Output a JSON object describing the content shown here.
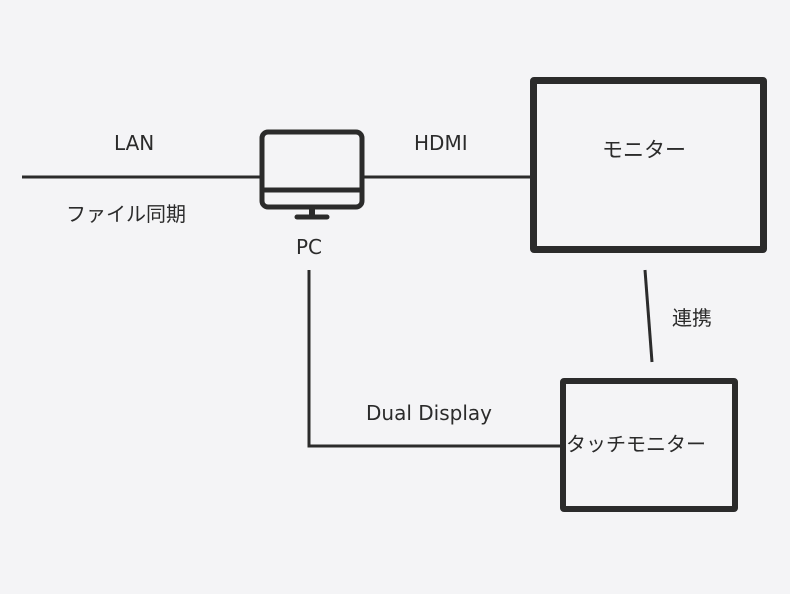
{
  "diagram": {
    "nodes": {
      "pc": {
        "label": "PC",
        "icon": "desktop-computer-icon"
      },
      "monitor": {
        "label": "モニター"
      },
      "touch_monitor": {
        "label": "タッチモニター"
      }
    },
    "edges": {
      "lan": {
        "label": "LAN",
        "sublabel": "ファイル同期"
      },
      "hdmi": {
        "label": "HDMI"
      },
      "dual_display": {
        "label": "Dual Display"
      },
      "link": {
        "label": "連携"
      }
    }
  },
  "colors": {
    "background": "#f4f4f6",
    "stroke": "#2b2b2b"
  }
}
